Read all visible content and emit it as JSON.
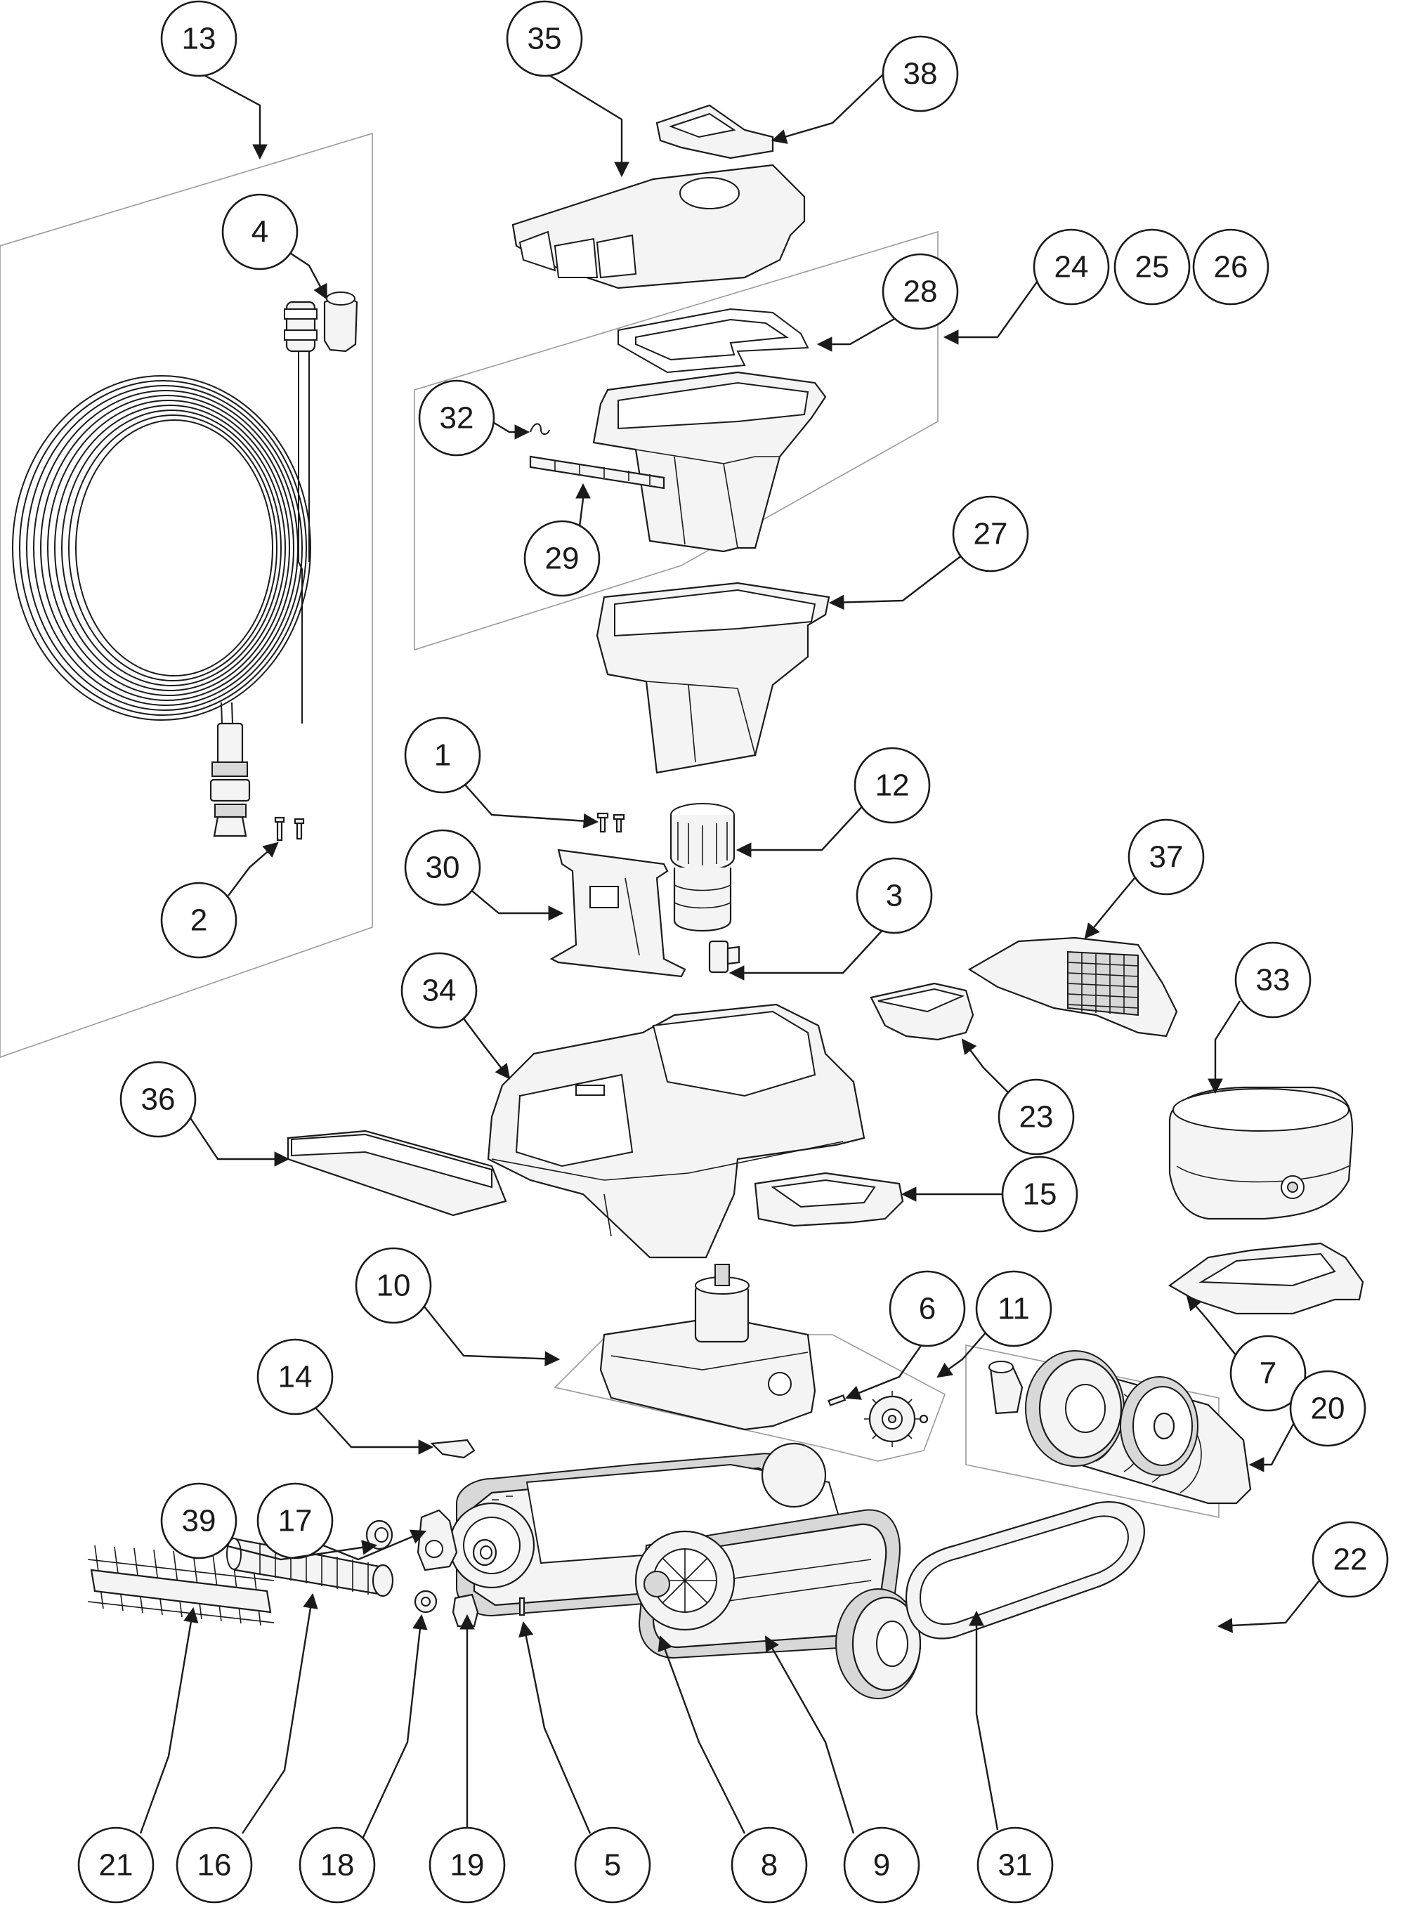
{
  "callouts": [
    {
      "id": "c1",
      "label": "1"
    },
    {
      "id": "c2",
      "label": "2"
    },
    {
      "id": "c3",
      "label": "3"
    },
    {
      "id": "c4",
      "label": "4"
    },
    {
      "id": "c5",
      "label": "5"
    },
    {
      "id": "c6",
      "label": "6"
    },
    {
      "id": "c7",
      "label": "7"
    },
    {
      "id": "c8",
      "label": "8"
    },
    {
      "id": "c9",
      "label": "9"
    },
    {
      "id": "c10",
      "label": "10"
    },
    {
      "id": "c11",
      "label": "11"
    },
    {
      "id": "c12",
      "label": "12"
    },
    {
      "id": "c13",
      "label": "13"
    },
    {
      "id": "c14",
      "label": "14"
    },
    {
      "id": "c15",
      "label": "15"
    },
    {
      "id": "c16",
      "label": "16"
    },
    {
      "id": "c17",
      "label": "17"
    },
    {
      "id": "c18",
      "label": "18"
    },
    {
      "id": "c19",
      "label": "19"
    },
    {
      "id": "c20",
      "label": "20"
    },
    {
      "id": "c21",
      "label": "21"
    },
    {
      "id": "c22",
      "label": "22"
    },
    {
      "id": "c23",
      "label": "23"
    },
    {
      "id": "c24",
      "label": "24"
    },
    {
      "id": "c25",
      "label": "25"
    },
    {
      "id": "c26",
      "label": "26"
    },
    {
      "id": "c27",
      "label": "27"
    },
    {
      "id": "c28",
      "label": "28"
    },
    {
      "id": "c29",
      "label": "29"
    },
    {
      "id": "c30",
      "label": "30"
    },
    {
      "id": "c31",
      "label": "31"
    },
    {
      "id": "c32",
      "label": "32"
    },
    {
      "id": "c33",
      "label": "33"
    },
    {
      "id": "c34",
      "label": "34"
    },
    {
      "id": "c35",
      "label": "35"
    },
    {
      "id": "c36",
      "label": "36"
    },
    {
      "id": "c37",
      "label": "37"
    },
    {
      "id": "c38",
      "label": "38"
    },
    {
      "id": "c39",
      "label": "39"
    }
  ],
  "colors": {
    "line": "#1a1a1a",
    "panel": "#9a9a9a",
    "background": "#ffffff"
  }
}
